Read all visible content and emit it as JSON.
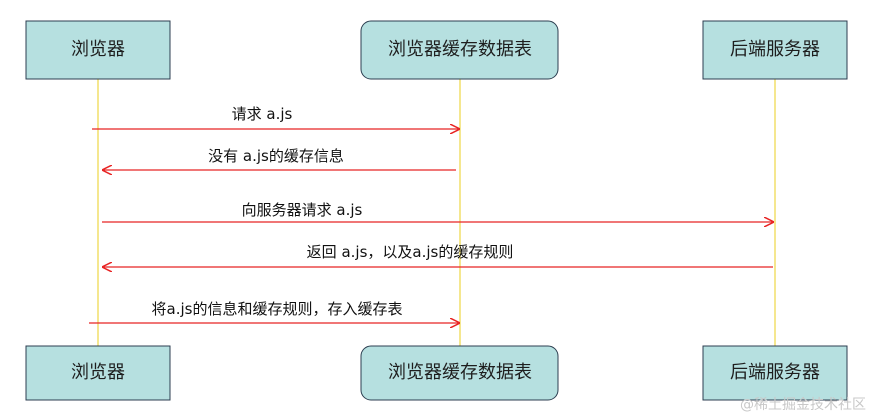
{
  "participants": {
    "browser": "浏览器",
    "cache_table": "浏览器缓存数据表",
    "server": "后端服务器"
  },
  "messages": [
    {
      "label": "请求 a.js",
      "from": "browser",
      "to": "cache_table"
    },
    {
      "label": "没有 a.js的缓存信息",
      "from": "cache_table",
      "to": "browser"
    },
    {
      "label": "向服务器请求 a.js",
      "from": "browser",
      "to": "server"
    },
    {
      "label": "返回 a.js，以及a.js的缓存规则",
      "from": "server",
      "to": "browser"
    },
    {
      "label": "将a.js的信息和缓存规则，存入缓存表",
      "from": "browser",
      "to": "cache_table"
    }
  ],
  "watermark": "@稀土掘金技术社区",
  "colors": {
    "box_fill": "#b6e0e0",
    "lifeline": "#f2df6a",
    "arrow": "#e82424"
  }
}
